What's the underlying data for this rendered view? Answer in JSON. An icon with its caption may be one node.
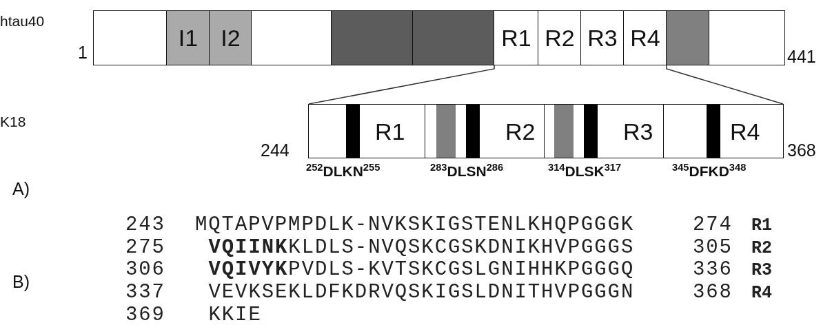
{
  "diagram": {
    "nodes": [
      {
        "text": [],
        "shape": "bar",
        "beside": [
          "1",
          "441"
        ]
      },
      {
        "text": [],
        "shape": "box",
        "in": 0
      },
      {
        "text": [
          "I1"
        ],
        "in": 0
      },
      {
        "text": [
          "I2"
        ],
        "in": 0
      },
      {
        "text": [],
        "shape": "box",
        "in": 0
      },
      {
        "text": [],
        "shape": "box",
        "in": 0
      },
      {
        "text": [],
        "shape": "box",
        "in": 0
      },
      {
        "text": [
          "R1"
        ],
        "in": 0
      },
      {
        "text": [
          "R2"
        ],
        "in": 0
      },
      {
        "text": [
          "R3"
        ],
        "in": 0
      },
      {
        "text": [
          "R4"
        ],
        "in": 0
      },
      {
        "text": [],
        "shape": "box",
        "in": 0
      },
      {
        "text": [],
        "shape": "box",
        "in": 0
      },
      {
        "text": [],
        "shape": "bar",
        "beside": [
          "244",
          "368"
        ]
      },
      {
        "text": [
          "R1"
        ],
        "in": 13
      },
      {
        "text": [
          "R2"
        ],
        "in": 13
      },
      {
        "text": [
          "R3"
        ],
        "in": 13
      },
      {
        "text": [
          "R4"
        ],
        "in": 13
      }
    ],
    "edges": [
      {
        "from": 7,
        "to": 13,
        "arrow": "none"
      },
      {
        "from": 10,
        "to": 13,
        "arrow": "none"
      }
    ],
    "labels": [
      "htau40",
      "K18",
      "A)",
      "$^{252}$DLKN$^{255}$",
      "$^{283}$DLSN$^{286}$",
      "$^{314}$DLSK$^{317}$",
      "$^{345}$DFKD$^{348}$",
      "B)",
      "243",
      "MQTAPVPMPDLK-NVKSKIGSTENLKHQPGGGK",
      "274",
      "R1",
      "275",
      "**VQIINK**KLDLS-NVQSKCGSKDNIKHVPGGGS",
      "305",
      "R2",
      "306",
      "**VQIVYK**PVDLS-KVTSKCGSLGNIHHKPGGGQ",
      "336",
      "R3",
      "337",
      "VEVKSEKLDFKDRVQSKIGSLDNITHVPGGGN",
      "368",
      "R4",
      "369",
      "KKIE"
    ]
  }
}
